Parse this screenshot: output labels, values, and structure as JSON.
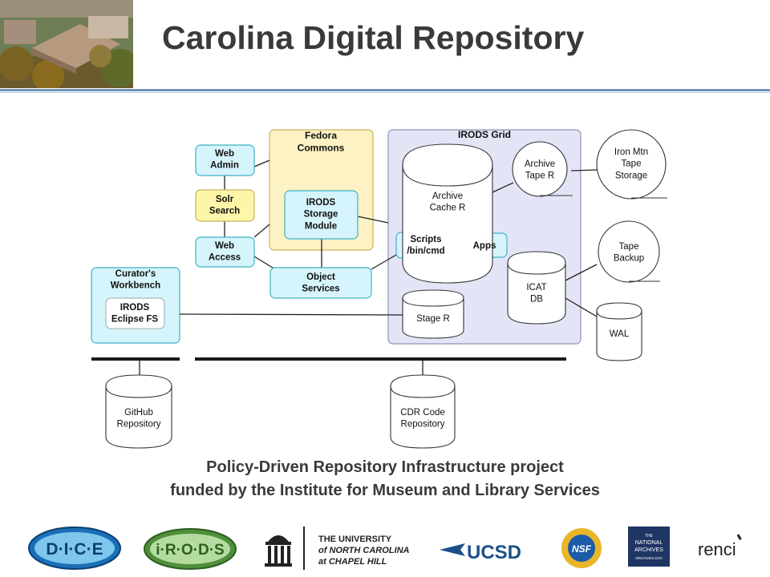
{
  "header": {
    "title": "Carolina Digital Repository"
  },
  "diagram": {
    "fedora_commons": "Fedora\nCommons",
    "irods_grid": "IRODS Grid",
    "web_admin": "Web\nAdmin",
    "solr_search": "Solr\nSearch",
    "web_access": "Web\nAccess",
    "irods_storage_module": "IRODS\nStorage\nModule",
    "object_services": "Object\nServices",
    "curators_workbench": "Curator's\nWorkbench",
    "irods_eclipse_fs": "IRODS\nEclipse FS",
    "archive_cache": "Archive\nCache R",
    "archive_tape": "Archive\nTape R",
    "scripts": "Scripts\n/bin/cmd",
    "apps": "Apps",
    "icat_db": "ICAT\nDB",
    "stage_r": "Stage R",
    "iron_mtn": "Iron Mtn\nTape\nStorage",
    "tape_backup": "Tape\nBackup",
    "wal": "WAL",
    "github_repo": "GitHub\nRepository",
    "cdr_code_repo": "CDR Code\nRepository"
  },
  "caption": {
    "line1": "Policy-Driven Repository Infrastructure project",
    "line2": "funded by the Institute for Museum and Library Services"
  },
  "logos": {
    "dice": "D·I·C·E",
    "irods": "i·R·O·D·S",
    "unc_line1": "THE UNIVERSITY",
    "unc_line2": "of NORTH CAROLINA",
    "unc_line3": "at CHAPEL HILL",
    "ucsd": "UCSD",
    "nsf": "NSF",
    "nara_line1": "THE",
    "nara_line2": "NATIONAL",
    "nara_line3": "ARCHIVES",
    "nara_line4": "ARCHIVES.GOV",
    "renci": "renci"
  },
  "colors": {
    "title_rule": "#6f93b9",
    "cyan_box": "#d6f4fb",
    "cyan_stroke": "#3fb2c6",
    "yellow_box": "#fdf2c3",
    "yellow_stroke": "#c9b25e",
    "grid_box": "#e3e5f7",
    "grid_stroke": "#8f92b3"
  }
}
